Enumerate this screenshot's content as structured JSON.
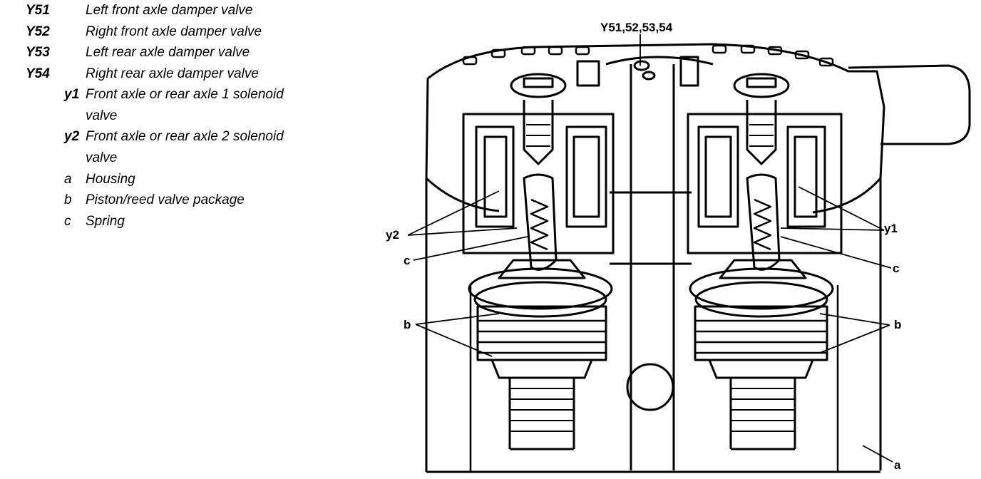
{
  "legend": [
    {
      "code": "Y51",
      "text": "Left front axle damper valve"
    },
    {
      "code": "Y52",
      "text": "Right front axle damper valve"
    },
    {
      "code": "Y53",
      "text": "Left rear axle damper valve"
    },
    {
      "code": "Y54",
      "text": "Right rear axle damper valve"
    },
    {
      "code": "y1",
      "text": "Front axle or rear axle 1 solenoid",
      "text2": "valve"
    },
    {
      "code": "y2",
      "text": "Front axle or rear axle 2 solenoid",
      "text2": "valve"
    },
    {
      "code": "a",
      "text": "Housing"
    },
    {
      "code": "b",
      "text": "Piston/reed valve package"
    },
    {
      "code": "c",
      "text": "Spring"
    }
  ],
  "callouts": {
    "top": "Y51,52,53,54",
    "y2": "y2",
    "c_left": "c",
    "b_left": "b",
    "y1": "y1",
    "c_right": "c",
    "b_right": "b",
    "a": "a"
  }
}
